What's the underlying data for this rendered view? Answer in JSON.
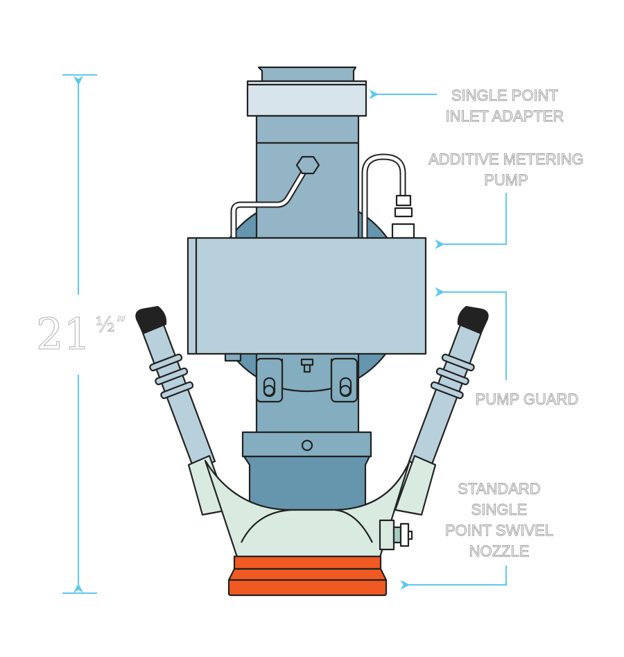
{
  "dimension": {
    "value": "21",
    "fraction": "½",
    "unit_mark": "”"
  },
  "labels": {
    "inlet_adapter": [
      "SINGLE POINT",
      "INLET ADAPTER"
    ],
    "metering_pump": [
      "ADDITIVE METERING",
      "PUMP"
    ],
    "pump_guard": [
      "PUMP GUARD"
    ],
    "swivel_nozzle": [
      "STANDARD",
      "SINGLE",
      "POINT SWIVEL",
      "NOZZLE"
    ]
  },
  "colors": {
    "callout": "#5fc8ee",
    "body_blue": "#93b5c6",
    "guard": "#b8d0dc",
    "dark_blue": "#6596ae",
    "nozzle_green": "#d9ebe1",
    "orange": "#f05a22",
    "cap_black": "#222222"
  }
}
